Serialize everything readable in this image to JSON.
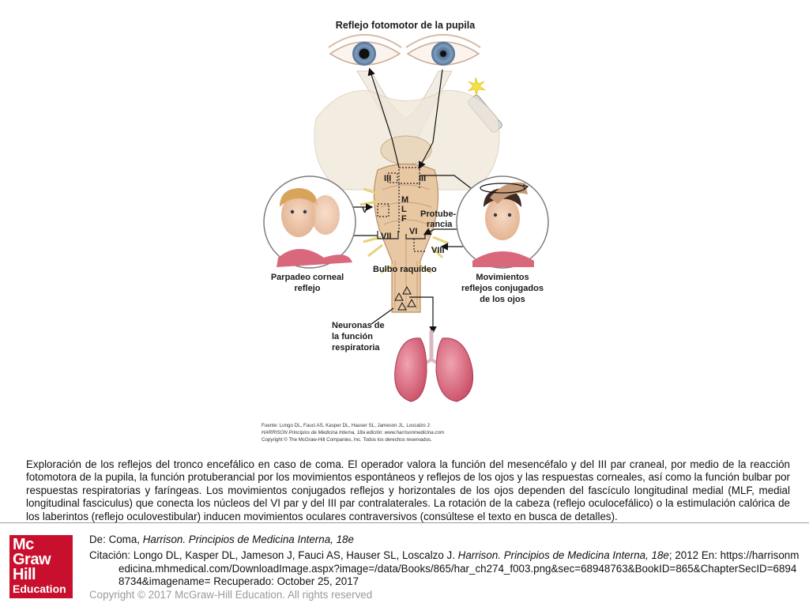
{
  "figure": {
    "title": "Reflejo fotomotor de la pupila",
    "labels": {
      "iii_left": "III",
      "iii_right": "III",
      "mlf": [
        "M",
        "L",
        "F"
      ],
      "v": "V",
      "vi": "VI",
      "vii": "VII",
      "viii": "VIII",
      "pons": [
        "Protube-",
        "rancia"
      ],
      "medulla": "Bulbo raquídeo",
      "corneal": [
        "Parpadeo corneal",
        "reflejo"
      ],
      "movements": [
        "Movimientos",
        "reflejos conjugados",
        "de los ojos"
      ],
      "neurons": [
        "Neuronas de",
        "la función",
        "respiratoria"
      ]
    },
    "source_lines": [
      "Fuente: Longo DL, Fauci AS, Kasper DL, Hauser SL, Jameson JL, Loscalzo J:",
      "HARRISON Principios de Medicina Interna, 18a edición: www.harrisonmedicina.com",
      "Copyright © The McGraw-Hill Companies, Inc. Todos los derechos reservados."
    ]
  },
  "caption": "Exploración de los reflejos del tronco encefálico en caso de coma. El operador valora la función del mesencéfalo y del III par craneal, por medio de la reacción fotomotora de la pupila, la función protuberancial por los movimientos espontáneos y reflejos de los ojos y las respuestas corneales, así como la función bulbar por respuestas respiratorias y faríngeas. Los movimientos conjugados reflejos y horizontales de los ojos dependen del fascículo longitudinal medial (MLF, medial longitudinal fasciculus) que conecta los núcleos del VI par y del III par contralaterales. La rotación de la cabeza (reflejo oculocefálico) o la estimulación calórica de los laberintos (reflejo oculovestibular) inducen movimientos oculares contraversivos (consúltese el texto en busca de detalles).",
  "logo": {
    "lines": [
      "Mc",
      "Graw",
      "Hill",
      "Education"
    ]
  },
  "citation": {
    "from_prefix": "De: ",
    "from_chapter": "Coma, ",
    "from_book": "Harrison. Principios de Medicina Interna, 18e",
    "cit_prefix": "Citación: Longo DL, Kasper DL, Jameson J, Fauci AS, Hauser SL, Loscalzo J. ",
    "cit_book": "Harrison. Principios de Medicina Interna, 18e",
    "cit_rest": "; 2012 En: https://harrisonmedicina.mhmedical.com/DownloadImage.aspx?image=/data/Books/865/har_ch274_f003.png&sec=68948763&BookID=865&ChapterSecID=68948734&imagename= Recuperado: October 25, 2017"
  },
  "copyright": "Copyright © 2017 McGraw-Hill Education. All rights reserved",
  "colors": {
    "logo_red": "#c8102e",
    "brainstem": "#e8c7a3",
    "lung": "#d96478"
  }
}
